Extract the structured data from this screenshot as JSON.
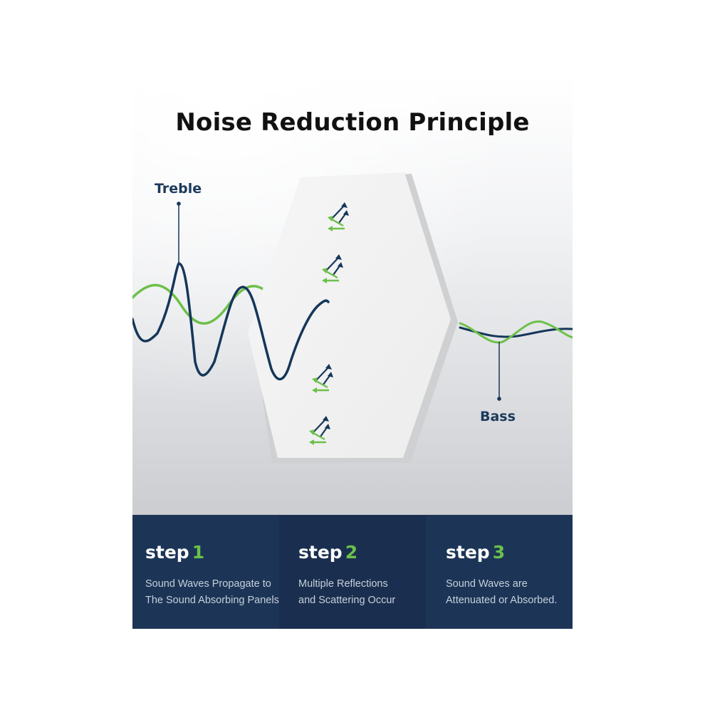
{
  "title": "Noise Reduction Principle",
  "labels": {
    "treble": "Treble",
    "bass": "Bass"
  },
  "colors": {
    "treble_wave": "#15365a",
    "bass_wave": "#6cc04a",
    "step_panel": "#1c3557",
    "step_number": "#6cc04a",
    "panel": "#f2f2f2"
  },
  "steps": [
    {
      "word": "step",
      "number": "1",
      "line1": "Sound Waves Propagate to",
      "line2": "The Sound Absorbing Panels"
    },
    {
      "word": "step",
      "number": "2",
      "line1": "Multiple Reflections",
      "line2": "and Scattering Occur"
    },
    {
      "word": "step",
      "number": "3",
      "line1": "Sound Waves are",
      "line2": "Attenuated or Absorbed."
    }
  ]
}
